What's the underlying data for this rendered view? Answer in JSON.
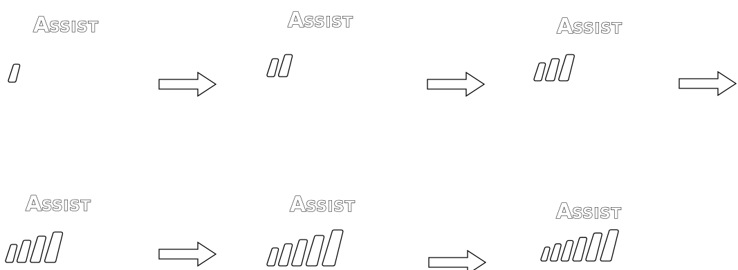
{
  "frames": [
    {
      "label_letters": [
        "A",
        "SSIST"
      ],
      "bars_lit": 1
    },
    {
      "label_letters": [
        "A",
        "SSIST"
      ],
      "bars_lit": 2
    },
    {
      "label_letters": [
        "A",
        "SSIST"
      ],
      "bars_lit": 3
    },
    {
      "label_letters": [
        "A",
        "SSIST"
      ],
      "bars_lit": 4
    },
    {
      "label_letters": [
        "A",
        "SSIST"
      ],
      "bars_lit": 5
    },
    {
      "label_letters": [
        "A",
        "SSIST"
      ],
      "bars_lit": 6
    }
  ],
  "arrow_count": 5,
  "colors": {
    "stroke": "#000000",
    "fill": "#ffffff",
    "background": "#ffffff"
  }
}
